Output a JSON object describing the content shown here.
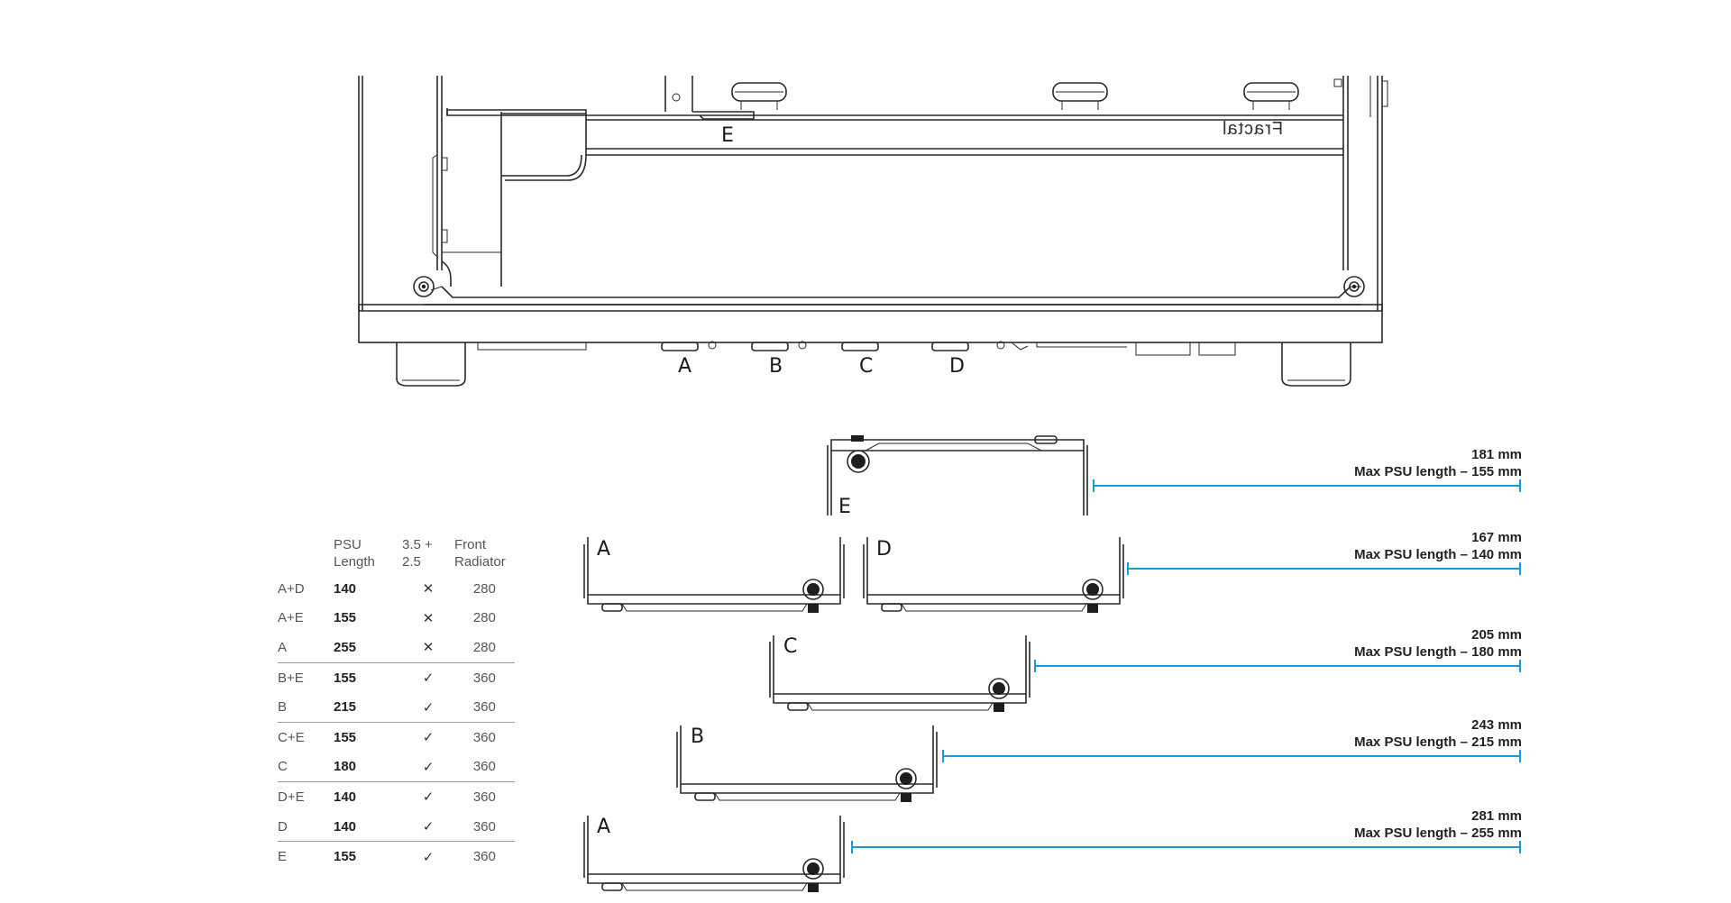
{
  "figure": {
    "brand_logo": "Fractal",
    "case_position_labels": [
      "E",
      "A",
      "B",
      "C",
      "D"
    ],
    "bracket_letters": {
      "e": "E",
      "a_top": "A",
      "d": "D",
      "c": "C",
      "b": "B",
      "a_bottom": "A"
    }
  },
  "dimensions": [
    {
      "id": "E",
      "height": "181 mm",
      "max_psu": "Max PSU length – 155 mm"
    },
    {
      "id": "AD",
      "height": "167 mm",
      "max_psu": "Max PSU length – 140 mm"
    },
    {
      "id": "C",
      "height": "205 mm",
      "max_psu": "Max PSU length – 180 mm"
    },
    {
      "id": "B",
      "height": "243 mm",
      "max_psu": "Max PSU length – 215 mm"
    },
    {
      "id": "A",
      "height": "281 mm",
      "max_psu": "Max PSU length – 255 mm"
    }
  ],
  "table": {
    "headers": {
      "psu_1": "PSU",
      "psu_2": "Length",
      "drv_1": "3.5 +",
      "drv_2": "2.5",
      "rad_1": "Front",
      "rad_2": "Radiator"
    },
    "rows": [
      {
        "config": "A+D",
        "psu": "140",
        "drives": "✕",
        "radiator": "280"
      },
      {
        "config": "A+E",
        "psu": "155",
        "drives": "✕",
        "radiator": "280"
      },
      {
        "config": "A",
        "psu": "255",
        "drives": "✕",
        "radiator": "280"
      },
      {
        "config": "B+E",
        "psu": "155",
        "drives": "✓",
        "radiator": "360"
      },
      {
        "config": "B",
        "psu": "215",
        "drives": "✓",
        "radiator": "360"
      },
      {
        "config": "C+E",
        "psu": "155",
        "drives": "✓",
        "radiator": "360"
      },
      {
        "config": "C",
        "psu": "180",
        "drives": "✓",
        "radiator": "360"
      },
      {
        "config": "D+E",
        "psu": "140",
        "drives": "✓",
        "radiator": "360"
      },
      {
        "config": "D",
        "psu": "140",
        "drives": "✓",
        "radiator": "360"
      },
      {
        "config": "E",
        "psu": "155",
        "drives": "✓",
        "radiator": "360"
      }
    ]
  },
  "colors": {
    "dimension_line": "#1a9ad6",
    "line_art": "#2a2a2a"
  }
}
